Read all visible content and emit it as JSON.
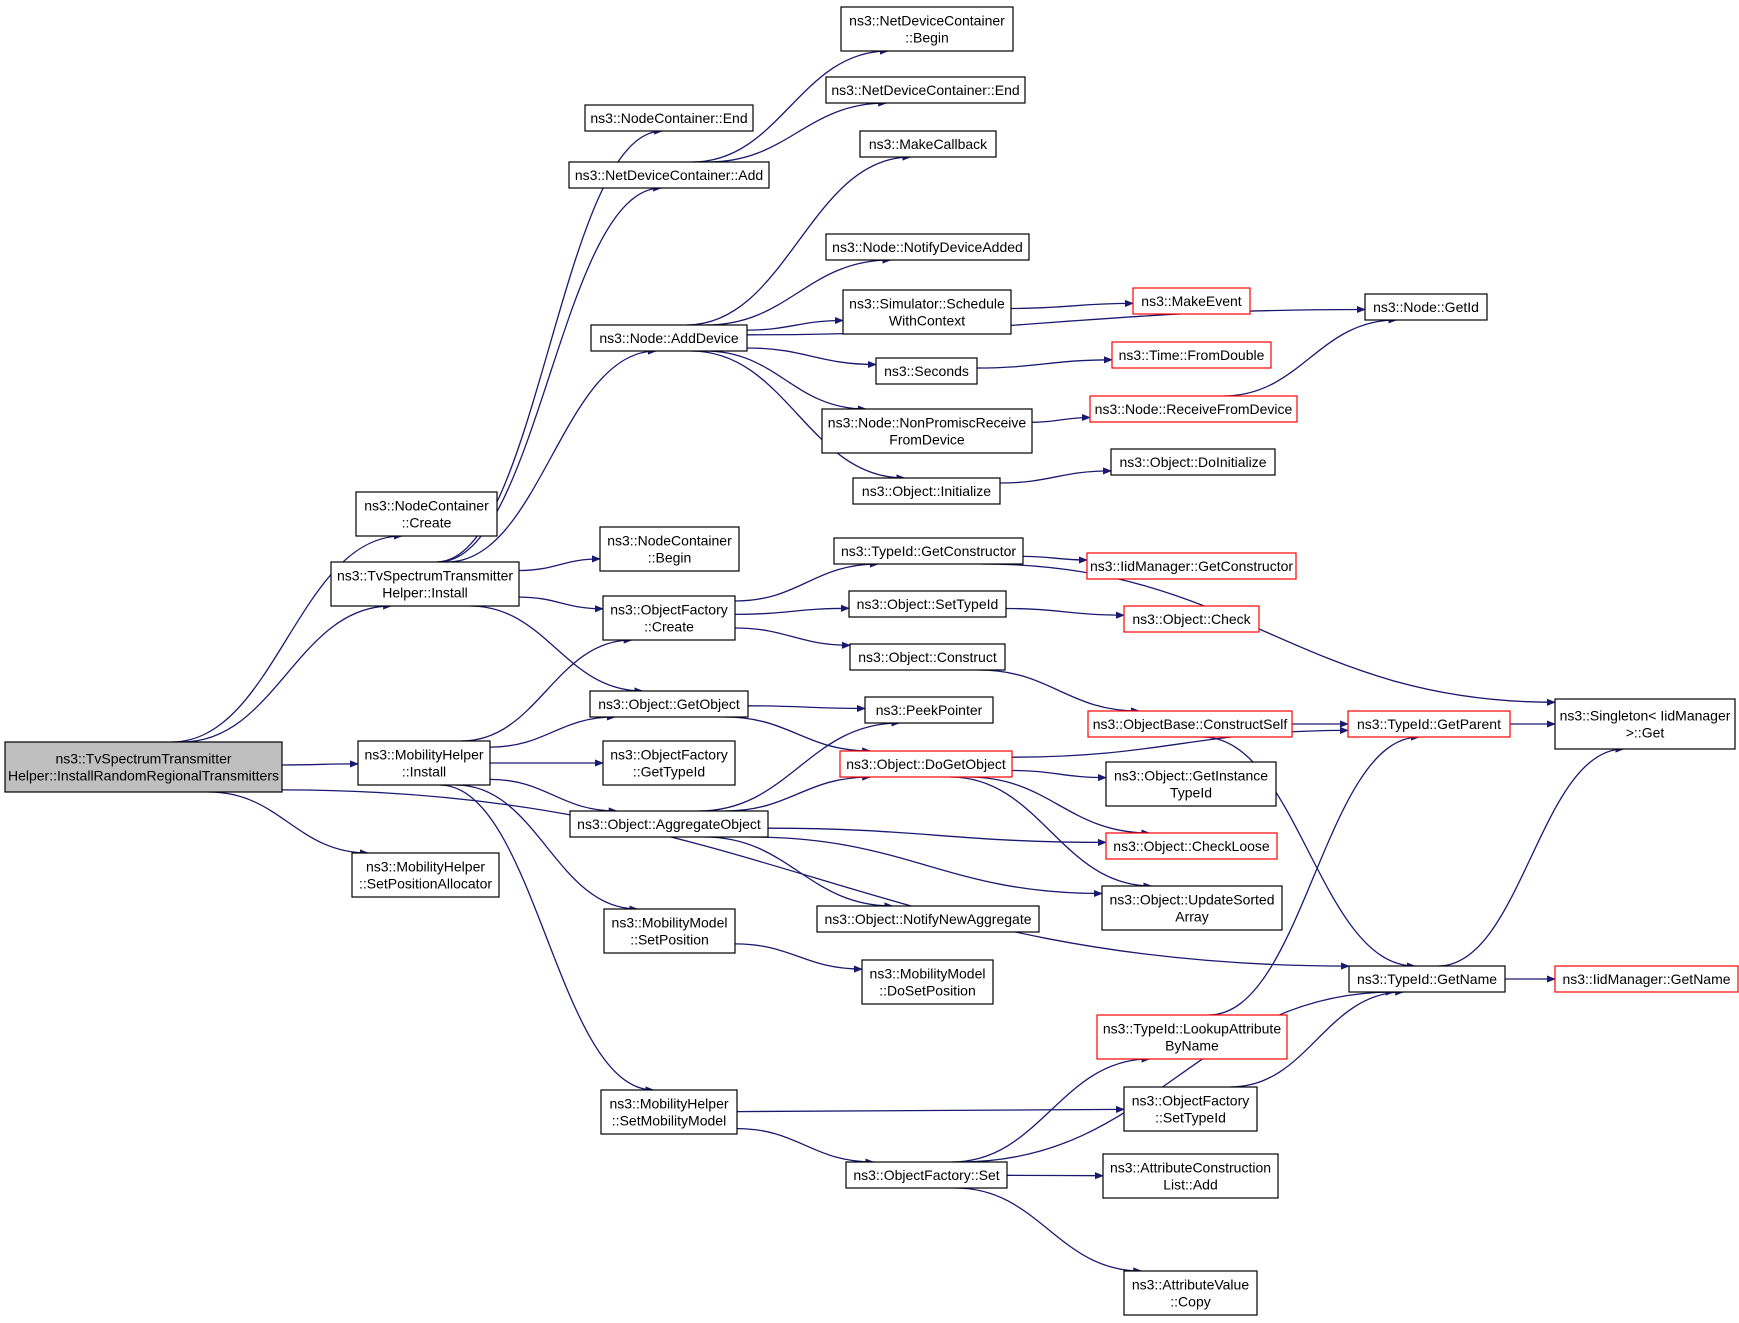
{
  "nodes": [
    {
      "id": "root",
      "lines": [
        "ns3::TvSpectrumTransmitter",
        "Helper::InstallRandomRegionalTransmitters"
      ],
      "style": "root"
    },
    {
      "id": "tvinstall",
      "lines": [
        "ns3::TvSpectrumTransmitter",
        "Helper::Install"
      ],
      "style": "normal"
    },
    {
      "id": "nccreate",
      "lines": [
        "ns3::NodeContainer",
        "::Create"
      ],
      "style": "normal"
    },
    {
      "id": "mhinstall",
      "lines": [
        "ns3::MobilityHelper",
        "::Install"
      ],
      "style": "normal"
    },
    {
      "id": "mhsetpos",
      "lines": [
        "ns3::MobilityHelper",
        "::SetPositionAllocator"
      ],
      "style": "normal"
    },
    {
      "id": "ncend",
      "lines": [
        "ns3::NodeContainer::End"
      ],
      "style": "normal"
    },
    {
      "id": "ndcadd",
      "lines": [
        "ns3::NetDeviceContainer::Add"
      ],
      "style": "normal"
    },
    {
      "id": "ndcbegin",
      "lines": [
        "ns3::NetDeviceContainer",
        "::Begin"
      ],
      "style": "normal"
    },
    {
      "id": "ndcend",
      "lines": [
        "ns3::NetDeviceContainer::End"
      ],
      "style": "normal"
    },
    {
      "id": "nodeadddev",
      "lines": [
        "ns3::Node::AddDevice"
      ],
      "style": "normal"
    },
    {
      "id": "makecallback",
      "lines": [
        "ns3::MakeCallback"
      ],
      "style": "normal"
    },
    {
      "id": "notifydev",
      "lines": [
        "ns3::Node::NotifyDeviceAdded"
      ],
      "style": "normal"
    },
    {
      "id": "simsched",
      "lines": [
        "ns3::Simulator::Schedule",
        "WithContext"
      ],
      "style": "normal"
    },
    {
      "id": "makeevent",
      "lines": [
        "ns3::MakeEvent"
      ],
      "style": "red"
    },
    {
      "id": "nodegetid",
      "lines": [
        "ns3::Node::GetId"
      ],
      "style": "normal"
    },
    {
      "id": "seconds",
      "lines": [
        "ns3::Seconds"
      ],
      "style": "normal"
    },
    {
      "id": "timefromdouble",
      "lines": [
        "ns3::Time::FromDouble"
      ],
      "style": "red"
    },
    {
      "id": "nonpromisc",
      "lines": [
        "ns3::Node::NonPromiscReceive",
        "FromDevice"
      ],
      "style": "normal"
    },
    {
      "id": "recvfromdev",
      "lines": [
        "ns3::Node::ReceiveFromDevice"
      ],
      "style": "red"
    },
    {
      "id": "objinit",
      "lines": [
        "ns3::Object::Initialize"
      ],
      "style": "normal"
    },
    {
      "id": "objdoinit",
      "lines": [
        "ns3::Object::DoInitialize"
      ],
      "style": "normal"
    },
    {
      "id": "ncbegin",
      "lines": [
        "ns3::NodeContainer",
        "::Begin"
      ],
      "style": "normal"
    },
    {
      "id": "tidgetctor",
      "lines": [
        "ns3::TypeId::GetConstructor"
      ],
      "style": "normal"
    },
    {
      "id": "iidgetctor",
      "lines": [
        "ns3::IidManager::GetConstructor"
      ],
      "style": "red"
    },
    {
      "id": "ofcreate",
      "lines": [
        "ns3::ObjectFactory",
        "::Create"
      ],
      "style": "normal"
    },
    {
      "id": "objsettid",
      "lines": [
        "ns3::Object::SetTypeId"
      ],
      "style": "normal"
    },
    {
      "id": "objcheck",
      "lines": [
        "ns3::Object::Check"
      ],
      "style": "red"
    },
    {
      "id": "objconstruct",
      "lines": [
        "ns3::Object::Construct"
      ],
      "style": "normal"
    },
    {
      "id": "objgetobj",
      "lines": [
        "ns3::Object::GetObject"
      ],
      "style": "normal"
    },
    {
      "id": "peekptr",
      "lines": [
        "ns3::PeekPointer"
      ],
      "style": "normal"
    },
    {
      "id": "obconstructself",
      "lines": [
        "ns3::ObjectBase::ConstructSelf"
      ],
      "style": "red"
    },
    {
      "id": "tidgetparent",
      "lines": [
        "ns3::TypeId::GetParent"
      ],
      "style": "red"
    },
    {
      "id": "singletonget",
      "lines": [
        "ns3::Singleton< IidManager",
        " >::Get"
      ],
      "style": "normal"
    },
    {
      "id": "ofgettid",
      "lines": [
        "ns3::ObjectFactory",
        "::GetTypeId"
      ],
      "style": "normal"
    },
    {
      "id": "objdogetobj",
      "lines": [
        "ns3::Object::DoGetObject"
      ],
      "style": "red"
    },
    {
      "id": "objgetinst",
      "lines": [
        "ns3::Object::GetInstance",
        "TypeId"
      ],
      "style": "normal"
    },
    {
      "id": "objaggregate",
      "lines": [
        "ns3::Object::AggregateObject"
      ],
      "style": "normal"
    },
    {
      "id": "objcheckloose",
      "lines": [
        "ns3::Object::CheckLoose"
      ],
      "style": "red"
    },
    {
      "id": "objnotifyagg",
      "lines": [
        "ns3::Object::NotifyNewAggregate"
      ],
      "style": "normal"
    },
    {
      "id": "objupdatesorted",
      "lines": [
        "ns3::Object::UpdateSorted",
        "Array"
      ],
      "style": "normal"
    },
    {
      "id": "mmsetpos",
      "lines": [
        "ns3::MobilityModel",
        "::SetPosition"
      ],
      "style": "normal"
    },
    {
      "id": "mmdosetpos",
      "lines": [
        "ns3::MobilityModel",
        "::DoSetPosition"
      ],
      "style": "normal"
    },
    {
      "id": "tidgetname",
      "lines": [
        "ns3::TypeId::GetName"
      ],
      "style": "normal"
    },
    {
      "id": "iidgetname",
      "lines": [
        "ns3::IidManager::GetName"
      ],
      "style": "red"
    },
    {
      "id": "tidlookup",
      "lines": [
        "ns3::TypeId::LookupAttribute",
        "ByName"
      ],
      "style": "red"
    },
    {
      "id": "mhsetmm",
      "lines": [
        "ns3::MobilityHelper",
        "::SetMobilityModel"
      ],
      "style": "normal"
    },
    {
      "id": "ofsettid",
      "lines": [
        "ns3::ObjectFactory",
        "::SetTypeId"
      ],
      "style": "normal"
    },
    {
      "id": "ofset",
      "lines": [
        "ns3::ObjectFactory::Set"
      ],
      "style": "normal"
    },
    {
      "id": "attrconsadd",
      "lines": [
        "ns3::AttributeConstruction",
        "List::Add"
      ],
      "style": "normal"
    },
    {
      "id": "attrvalcopy",
      "lines": [
        "ns3::AttributeValue",
        "::Copy"
      ],
      "style": "normal"
    }
  ],
  "edges": [
    [
      "root",
      "nccreate"
    ],
    [
      "root",
      "tvinstall"
    ],
    [
      "root",
      "mhinstall"
    ],
    [
      "root",
      "mhsetpos"
    ],
    [
      "root",
      "tidgetname"
    ],
    [
      "tvinstall",
      "ncend"
    ],
    [
      "tvinstall",
      "ndcadd"
    ],
    [
      "tvinstall",
      "nodeadddev"
    ],
    [
      "tvinstall",
      "ncbegin"
    ],
    [
      "tvinstall",
      "ofcreate"
    ],
    [
      "tvinstall",
      "objgetobj"
    ],
    [
      "ndcadd",
      "ndcbegin"
    ],
    [
      "ndcadd",
      "ndcend"
    ],
    [
      "nodeadddev",
      "makecallback"
    ],
    [
      "nodeadddev",
      "nodegetid"
    ],
    [
      "nodeadddev",
      "notifydev"
    ],
    [
      "nodeadddev",
      "simsched"
    ],
    [
      "nodeadddev",
      "seconds"
    ],
    [
      "nodeadddev",
      "nonpromisc"
    ],
    [
      "nodeadddev",
      "objinit"
    ],
    [
      "simsched",
      "makeevent"
    ],
    [
      "seconds",
      "timefromdouble"
    ],
    [
      "nonpromisc",
      "recvfromdev"
    ],
    [
      "recvfromdev",
      "nodegetid"
    ],
    [
      "objinit",
      "objdoinit"
    ],
    [
      "ofcreate",
      "tidgetctor"
    ],
    [
      "ofcreate",
      "objsettid"
    ],
    [
      "ofcreate",
      "objconstruct"
    ],
    [
      "tidgetctor",
      "singletonget"
    ],
    [
      "tidgetctor",
      "iidgetctor"
    ],
    [
      "objsettid",
      "objcheck"
    ],
    [
      "objconstruct",
      "obconstructself"
    ],
    [
      "mhinstall",
      "ofcreate"
    ],
    [
      "mhinstall",
      "objgetobj"
    ],
    [
      "mhinstall",
      "ofgettid"
    ],
    [
      "mhinstall",
      "objaggregate"
    ],
    [
      "mhinstall",
      "mmsetpos"
    ],
    [
      "mhinstall",
      "mhsetmm"
    ],
    [
      "objgetobj",
      "peekptr"
    ],
    [
      "objgetobj",
      "objdogetobj"
    ],
    [
      "objaggregate",
      "peekptr"
    ],
    [
      "objaggregate",
      "objdogetobj"
    ],
    [
      "objaggregate",
      "objcheckloose"
    ],
    [
      "objaggregate",
      "objnotifyagg"
    ],
    [
      "objaggregate",
      "objupdatesorted"
    ],
    [
      "objdogetobj",
      "tidgetparent"
    ],
    [
      "objdogetobj",
      "objgetinst"
    ],
    [
      "objdogetobj",
      "objcheckloose"
    ],
    [
      "objdogetobj",
      "objupdatesorted"
    ],
    [
      "obconstructself",
      "tidgetparent"
    ],
    [
      "obconstructself",
      "tidgetname"
    ],
    [
      "tidgetparent",
      "singletonget"
    ],
    [
      "tidgetname",
      "singletonget"
    ],
    [
      "tidgetname",
      "iidgetname"
    ],
    [
      "mmsetpos",
      "mmdosetpos"
    ],
    [
      "tidlookup",
      "tidgetparent"
    ],
    [
      "mhsetmm",
      "ofsettid"
    ],
    [
      "mhsetmm",
      "ofset"
    ],
    [
      "ofsettid",
      "tidgetname"
    ],
    [
      "ofset",
      "tidlookup"
    ],
    [
      "ofset",
      "attrconsadd"
    ],
    [
      "ofset",
      "tidgetname"
    ],
    [
      "ofset",
      "attrvalcopy"
    ]
  ]
}
